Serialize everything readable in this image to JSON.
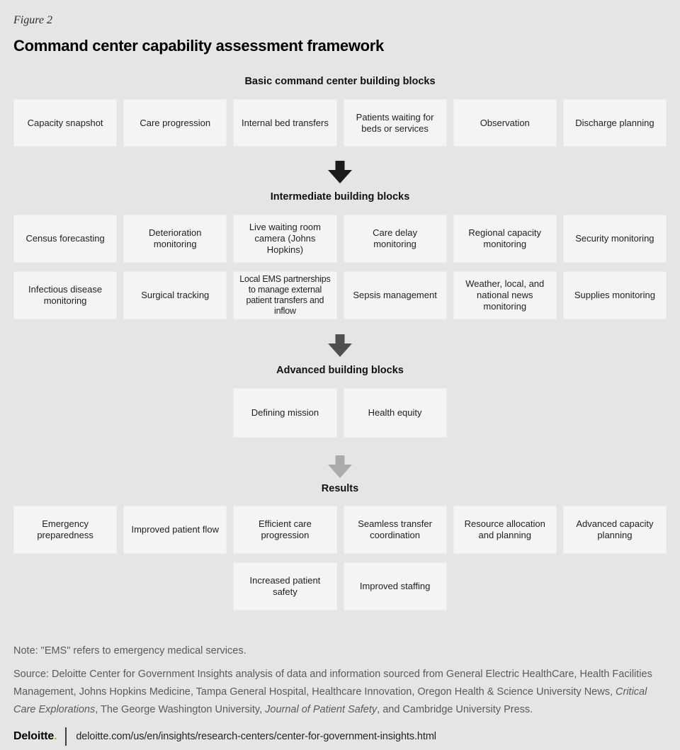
{
  "figure_label": "Figure 2",
  "title": "Command center capability assessment framework",
  "sections": {
    "basic": {
      "header": "Basic command center building blocks",
      "boxes": [
        "Capacity snapshot",
        "Care progression",
        "Internal bed transfers",
        "Patients waiting for beds or services",
        "Observation",
        "Discharge planning"
      ]
    },
    "intermediate": {
      "header": "Intermediate building blocks",
      "rows": [
        [
          "Census forecasting",
          "Deterioration monitoring",
          "Live waiting room camera (Johns Hopkins)",
          "Care delay monitoring",
          "Regional capacity monitoring",
          "Security monitoring"
        ],
        [
          "Infectious disease monitoring",
          "Surgical tracking",
          "Local EMS partnerships to manage external patient transfers and inflow",
          "Sepsis management",
          "Weather, local, and national news monitoring",
          "Supplies monitoring"
        ]
      ]
    },
    "advanced": {
      "header": "Advanced building blocks",
      "boxes": [
        "Defining mission",
        "Health equity"
      ]
    },
    "results": {
      "header": "Results",
      "rows": [
        [
          "Emergency preparedness",
          "Improved patient flow",
          "Efficient care progression",
          "Seamless transfer coordination",
          "Resource allocation and planning",
          "Advanced capacity planning"
        ],
        [
          "Increased patient safety",
          "Improved staffing"
        ]
      ]
    }
  },
  "colors": {
    "background": "#e5e5e6",
    "box_fill": "#f3f4f5",
    "arrow_1": "#1a1a1a",
    "arrow_2": "#4e5052",
    "arrow_3": "#a9abad",
    "brand_green": "#86bc25"
  },
  "note": "Note: \"EMS\" refers to emergency medical services.",
  "source": {
    "segments": [
      {
        "text": "Source: Deloitte Center for Government Insights analysis of data and information sourced from General Electric HealthCare, Health Facilities Management, Johns Hopkins Medicine, Tampa General Hospital, Healthcare Innovation, Oregon Health & Science University News, ",
        "italic": false
      },
      {
        "text": "Critical Care Explorations",
        "italic": true
      },
      {
        "text": ", The George Washington University, ",
        "italic": false
      },
      {
        "text": "Journal of Patient Safety",
        "italic": true
      },
      {
        "text": ", and Cambridge University Press.",
        "italic": false
      }
    ]
  },
  "footer": {
    "brand": "Deloitte",
    "brand_dot": ".",
    "url": "deloitte.com/us/en/insights/research-centers/center-for-government-insights.html"
  }
}
